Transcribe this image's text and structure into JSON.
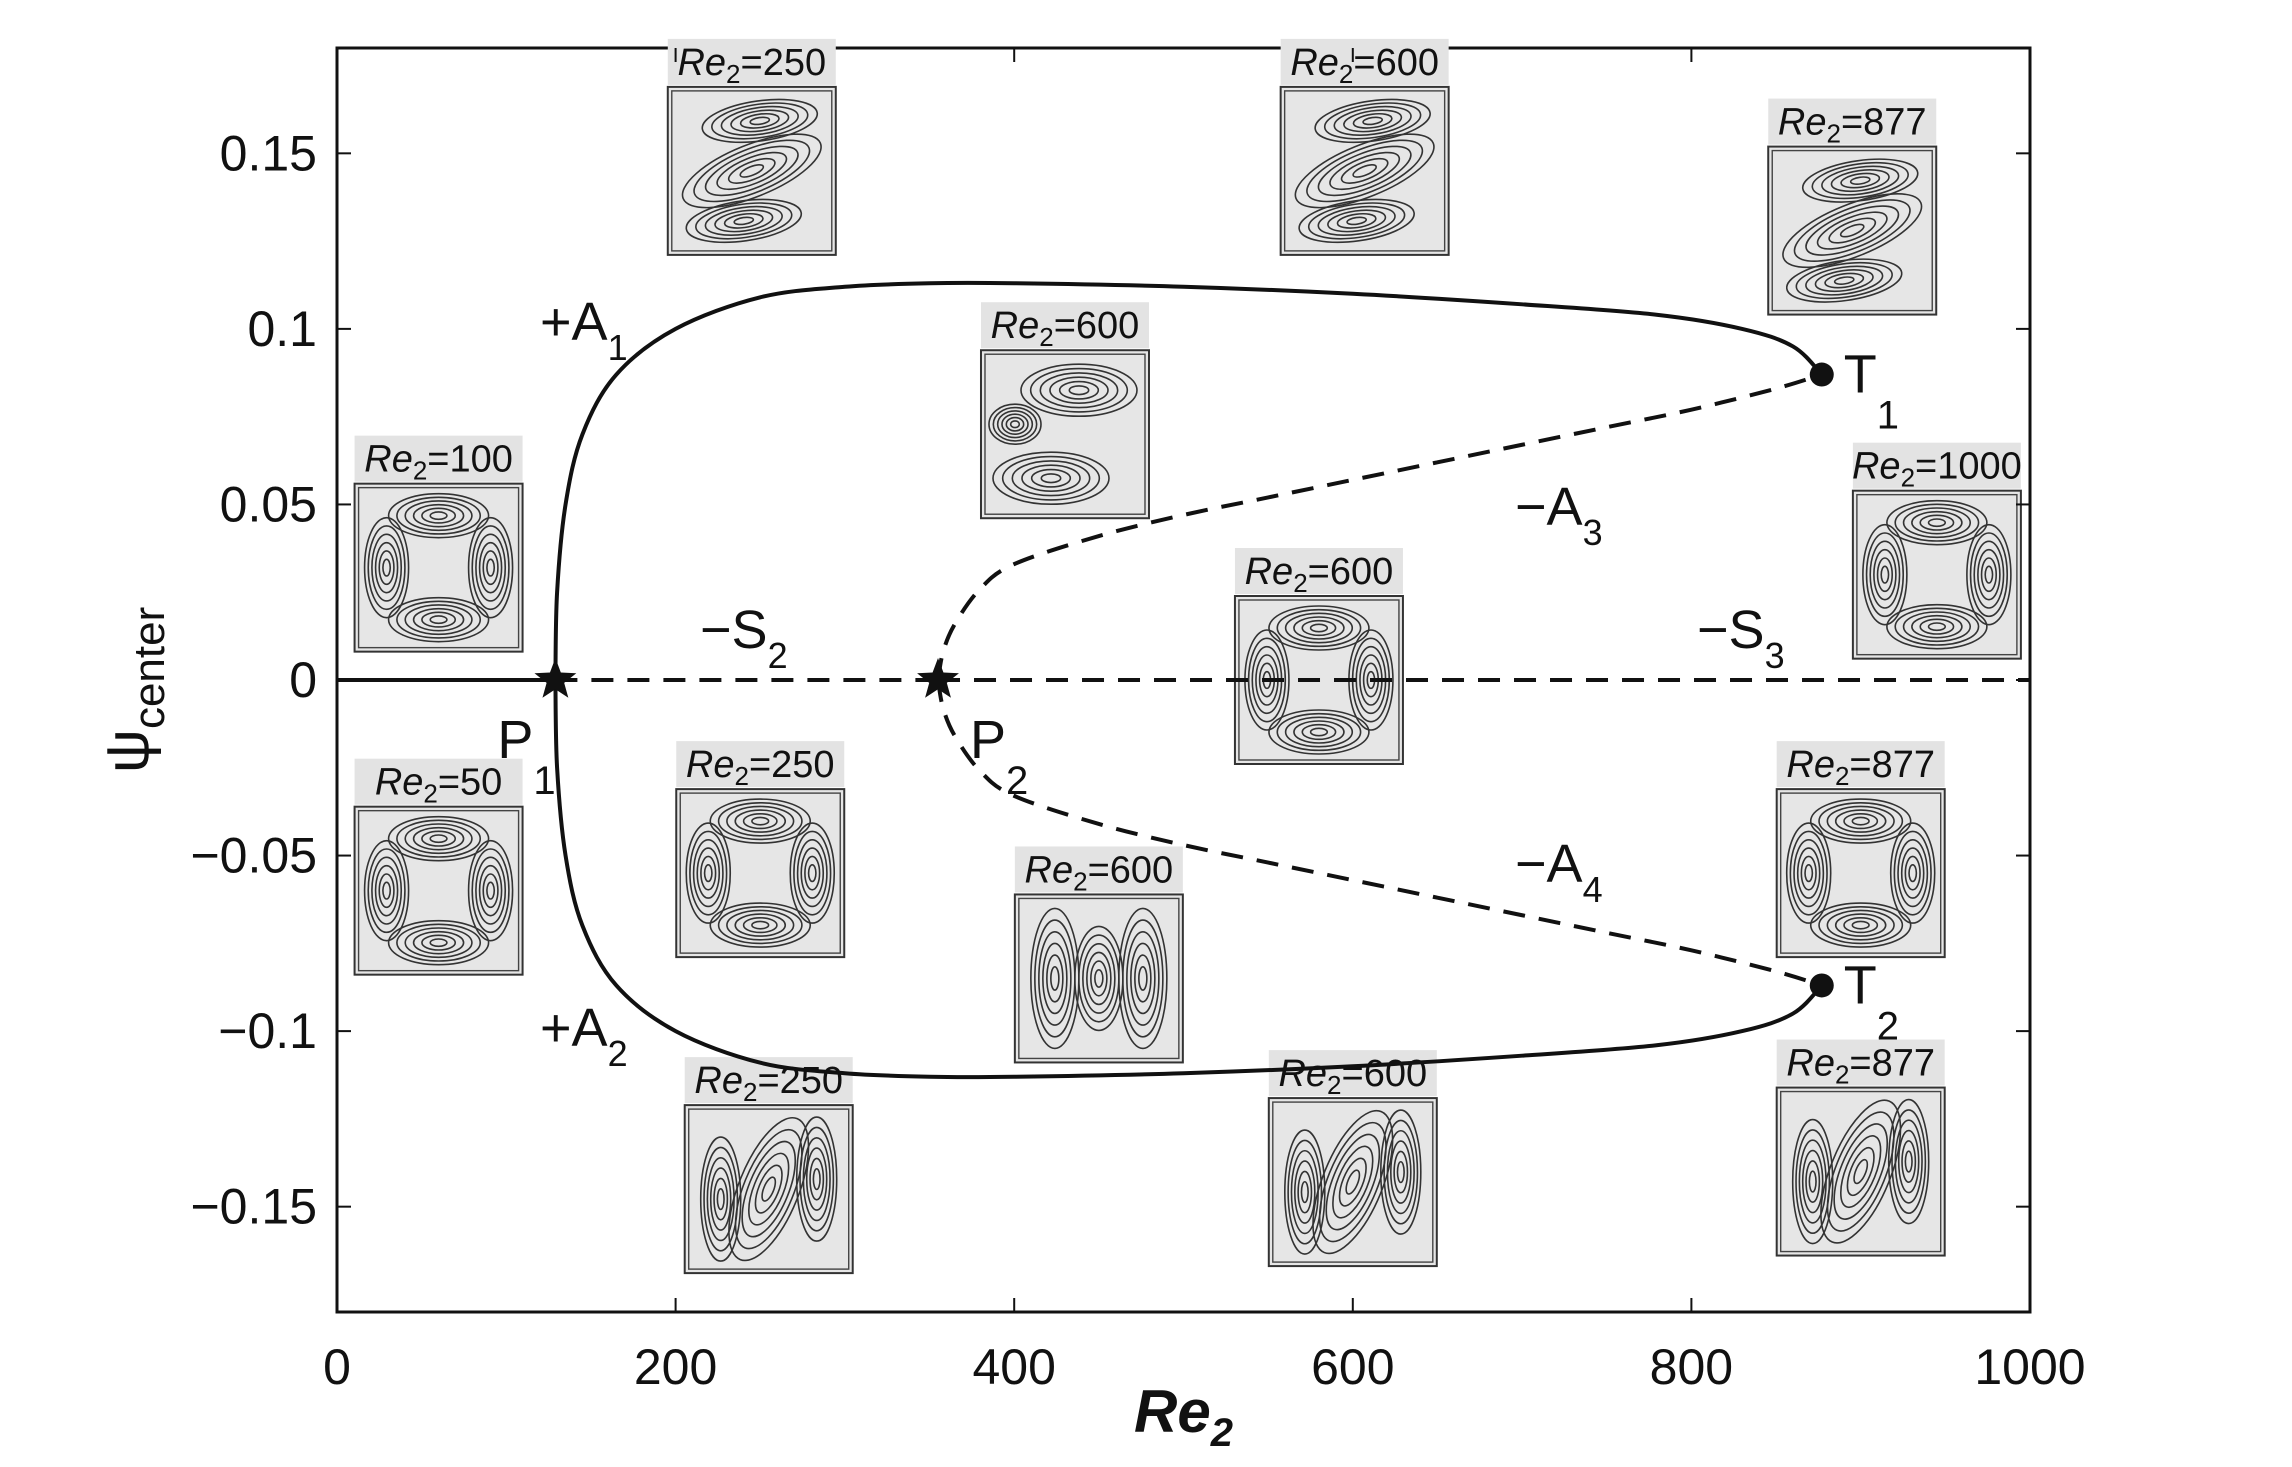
{
  "chart_data": {
    "type": "line",
    "xlabel": "Re",
    "xlabel_sub": "2",
    "ylabel": "ψ",
    "ylabel_sub": "center",
    "xlim": [
      0,
      1000
    ],
    "ylim": [
      -0.18,
      0.18
    ],
    "x_ticks": [
      0,
      200,
      400,
      600,
      800,
      1000
    ],
    "x_tick_labels": [
      "0",
      "200",
      "400",
      "600",
      "800",
      "1000"
    ],
    "y_ticks": [
      -0.15,
      -0.1,
      -0.05,
      0,
      0.05,
      0.1,
      0.15
    ],
    "y_tick_labels": [
      "−0.15",
      "−0.1",
      "−0.05",
      "0",
      "0.05",
      "0.1",
      "0.15"
    ],
    "grid": false,
    "series": [
      {
        "name": "S1",
        "label": "",
        "sub": "",
        "style": "solid",
        "x": [
          0,
          129
        ],
        "y": [
          0,
          0
        ]
      },
      {
        "name": "S2",
        "label": "−S",
        "sub": "2",
        "style": "dashed",
        "x": [
          129,
          355
        ],
        "y": [
          0,
          0
        ]
      },
      {
        "name": "S3",
        "label": "−S",
        "sub": "3",
        "style": "dashed",
        "x": [
          355,
          1000
        ],
        "y": [
          0,
          0
        ]
      },
      {
        "name": "A1",
        "label": "+A",
        "sub": "1",
        "style": "solid",
        "x": [
          129,
          130,
          135,
          145,
          165,
          200,
          250,
          300,
          350,
          400,
          500,
          600,
          700,
          780,
          830,
          860,
          877
        ],
        "y": [
          0,
          0.025,
          0.05,
          0.07,
          0.087,
          0.1,
          0.109,
          0.112,
          0.113,
          0.113,
          0.112,
          0.11,
          0.107,
          0.104,
          0.1,
          0.095,
          0.087
        ]
      },
      {
        "name": "A2",
        "label": "+A",
        "sub": "2",
        "style": "solid",
        "x": [
          129,
          130,
          135,
          145,
          165,
          200,
          250,
          300,
          350,
          400,
          500,
          600,
          700,
          780,
          830,
          860,
          877
        ],
        "y": [
          0,
          -0.025,
          -0.05,
          -0.07,
          -0.087,
          -0.1,
          -0.109,
          -0.112,
          -0.113,
          -0.113,
          -0.112,
          -0.11,
          -0.107,
          -0.104,
          -0.1,
          -0.095,
          -0.087
        ]
      },
      {
        "name": "A3",
        "label": "−A",
        "sub": "3",
        "style": "dashed",
        "x": [
          355,
          358,
          365,
          380,
          400,
          450,
          500,
          550,
          600,
          650,
          700,
          750,
          800,
          850,
          877
        ],
        "y": [
          0,
          0.008,
          0.016,
          0.026,
          0.033,
          0.041,
          0.047,
          0.052,
          0.057,
          0.062,
          0.067,
          0.072,
          0.077,
          0.083,
          0.087
        ]
      },
      {
        "name": "A4",
        "label": "−A",
        "sub": "4",
        "style": "dashed",
        "x": [
          355,
          358,
          365,
          380,
          400,
          450,
          500,
          550,
          600,
          650,
          700,
          750,
          800,
          850,
          877
        ],
        "y": [
          0,
          -0.008,
          -0.016,
          -0.026,
          -0.033,
          -0.041,
          -0.047,
          -0.052,
          -0.057,
          -0.062,
          -0.067,
          -0.072,
          -0.077,
          -0.083,
          -0.087
        ]
      }
    ],
    "points": [
      {
        "name": "P1",
        "label": "P",
        "sub": "1",
        "marker": "star",
        "x": 129,
        "y": 0
      },
      {
        "name": "P2",
        "label": "P",
        "sub": "2",
        "marker": "star",
        "x": 355,
        "y": 0
      },
      {
        "name": "T1",
        "label": "T",
        "sub": "1",
        "marker": "dot",
        "x": 877,
        "y": 0.087
      },
      {
        "name": "T2",
        "label": "T",
        "sub": "2",
        "marker": "dot",
        "x": 877,
        "y": -0.087
      }
    ],
    "insets": [
      {
        "id": "a1-250",
        "label": "Re",
        "sub": "2",
        "value": "=250",
        "x": 245,
        "y": 0.145,
        "pattern": "A"
      },
      {
        "id": "a1-600",
        "label": "Re",
        "sub": "2",
        "value": "=600",
        "x": 607,
        "y": 0.145,
        "pattern": "A"
      },
      {
        "id": "a1-877",
        "label": "Re",
        "sub": "2",
        "value": "=877",
        "x": 895,
        "y": 0.128,
        "pattern": "A"
      },
      {
        "id": "a3-600",
        "label": "Re",
        "sub": "2",
        "value": "=600",
        "x": 430,
        "y": 0.07,
        "pattern": "B"
      },
      {
        "id": "s-100",
        "label": "Re",
        "sub": "2",
        "value": "=100",
        "x": 60,
        "y": 0.032,
        "pattern": "S"
      },
      {
        "id": "s3-1000",
        "label": "Re",
        "sub": "2",
        "value": "=1000",
        "x": 945,
        "y": 0.03,
        "pattern": "S"
      },
      {
        "id": "s-600",
        "label": "Re",
        "sub": "2",
        "value": "=600",
        "x": 580,
        "y": 0,
        "pattern": "S"
      },
      {
        "id": "s-50",
        "label": "Re",
        "sub": "2",
        "value": "=50",
        "x": 60,
        "y": -0.06,
        "pattern": "S"
      },
      {
        "id": "s-250",
        "label": "Re",
        "sub": "2",
        "value": "=250",
        "x": 250,
        "y": -0.055,
        "pattern": "S"
      },
      {
        "id": "s-877",
        "label": "Re",
        "sub": "2",
        "value": "=877",
        "x": 900,
        "y": -0.055,
        "pattern": "S"
      },
      {
        "id": "a4-600",
        "label": "Re",
        "sub": "2",
        "value": "=600",
        "x": 450,
        "y": -0.085,
        "pattern": "C"
      },
      {
        "id": "a2-250",
        "label": "Re",
        "sub": "2",
        "value": "=250",
        "x": 255,
        "y": -0.145,
        "pattern": "D"
      },
      {
        "id": "a2-600",
        "label": "Re",
        "sub": "2",
        "value": "=600",
        "x": 600,
        "y": -0.143,
        "pattern": "D"
      },
      {
        "id": "a2-877",
        "label": "Re",
        "sub": "2",
        "value": "=877",
        "x": 900,
        "y": -0.14,
        "pattern": "D"
      }
    ]
  }
}
